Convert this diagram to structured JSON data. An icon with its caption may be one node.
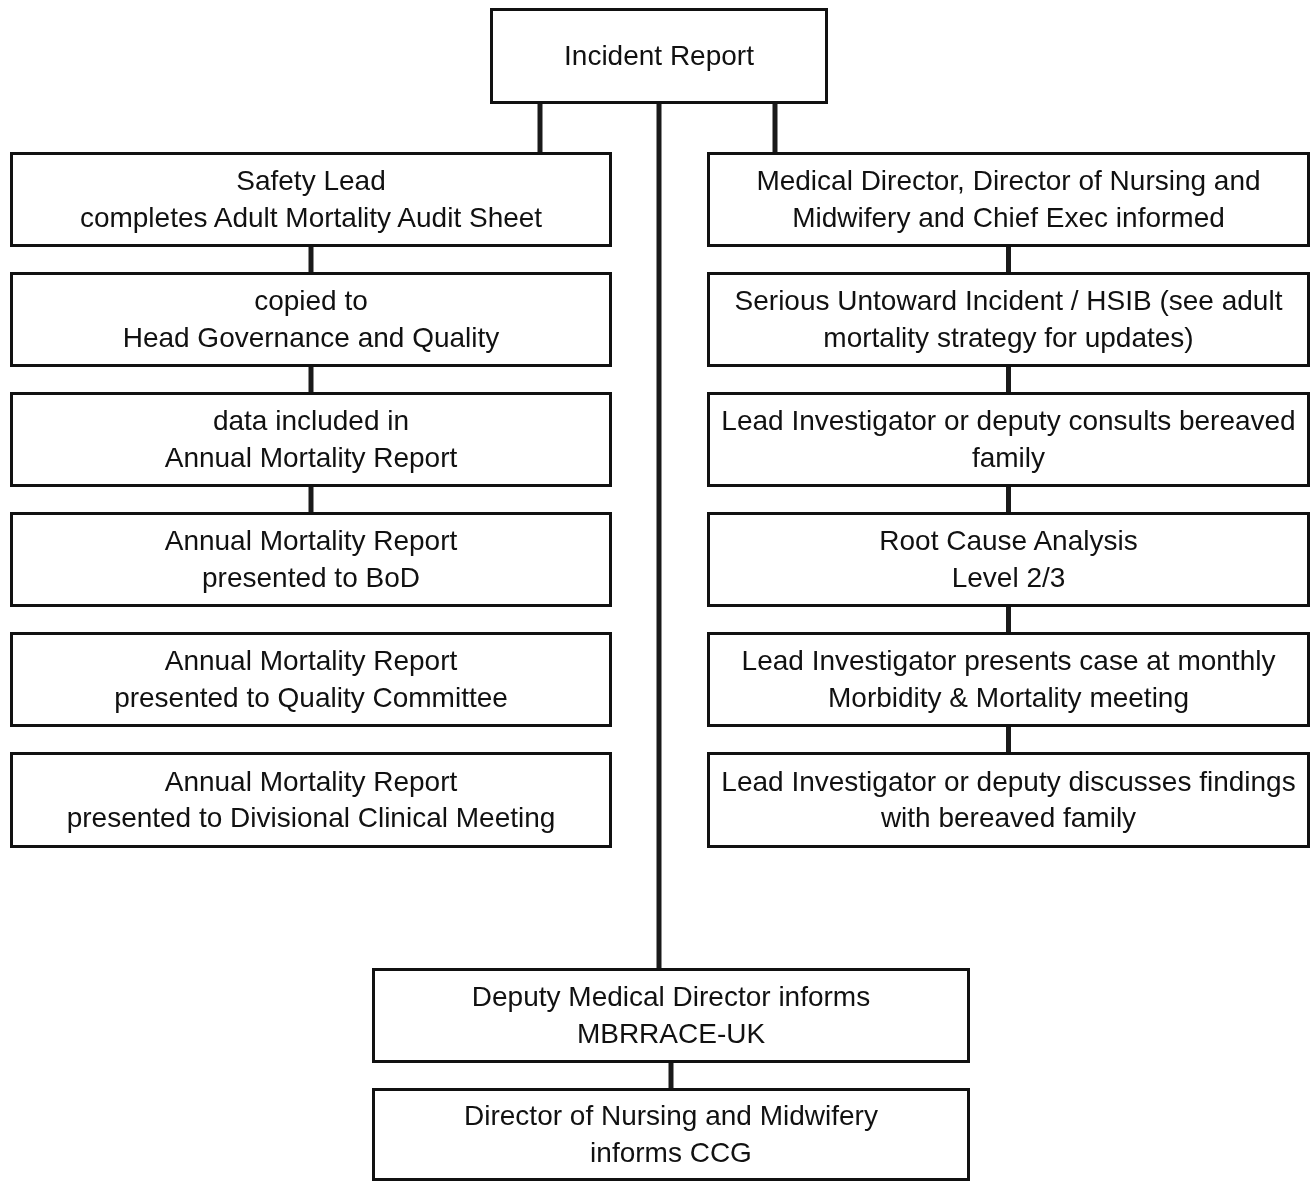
{
  "diagram": {
    "nodes": [
      {
        "text": [
          "Incident Report"
        ]
      },
      {
        "text": [
          "Safety Lead",
          "completes Adult Mortality Audit Sheet"
        ]
      },
      {
        "text": [
          "copied to",
          "Head Governance and Quality"
        ]
      },
      {
        "text": [
          "data included in",
          "Annual Mortality Report"
        ]
      },
      {
        "text": [
          "Annual Mortality Report",
          "presented to BoD"
        ]
      },
      {
        "text": [
          "Annual Mortality Report",
          "presented to Quality Committee"
        ]
      },
      {
        "text": [
          "Annual Mortality Report",
          "presented to Divisional Clinical Meeting"
        ]
      },
      {
        "text": [
          "Medical Director, Director of Nursing and Midwifery and Chief Exec informed"
        ]
      },
      {
        "text": [
          "Serious Untoward Incident / HSIB (see adult mortality strategy for updates)"
        ]
      },
      {
        "text": [
          "Lead Investigator or deputy consults bereaved family"
        ]
      },
      {
        "text": [
          "Root Cause Analysis",
          "Level 2/3"
        ]
      },
      {
        "text": [
          "Lead Investigator presents case at monthly Morbidity & Mortality meeting"
        ]
      },
      {
        "text": [
          "Lead Investigator or deputy discusses findings with bereaved family"
        ]
      },
      {
        "text": [
          "Deputy Medical Director informs",
          "MBRRACE-UK"
        ]
      },
      {
        "text": [
          "Director of Nursing and Midwifery",
          "informs CCG"
        ]
      }
    ],
    "edges": [
      {
        "from": 0,
        "to": 1,
        "arrow": "none"
      },
      {
        "from": 0,
        "to": 13,
        "arrow": "none"
      },
      {
        "from": 0,
        "to": 7,
        "arrow": "none"
      },
      {
        "from": 1,
        "to": 2,
        "arrow": "none"
      },
      {
        "from": 2,
        "to": 3,
        "arrow": "none"
      },
      {
        "from": 3,
        "to": 4,
        "arrow": "none"
      },
      {
        "from": 7,
        "to": 8,
        "arrow": "none"
      },
      {
        "from": 8,
        "to": 9,
        "arrow": "none"
      },
      {
        "from": 9,
        "to": 10,
        "arrow": "none"
      },
      {
        "from": 10,
        "to": 11,
        "arrow": "none"
      },
      {
        "from": 11,
        "to": 12,
        "arrow": "none"
      },
      {
        "from": 13,
        "to": 14,
        "arrow": "none"
      }
    ]
  }
}
